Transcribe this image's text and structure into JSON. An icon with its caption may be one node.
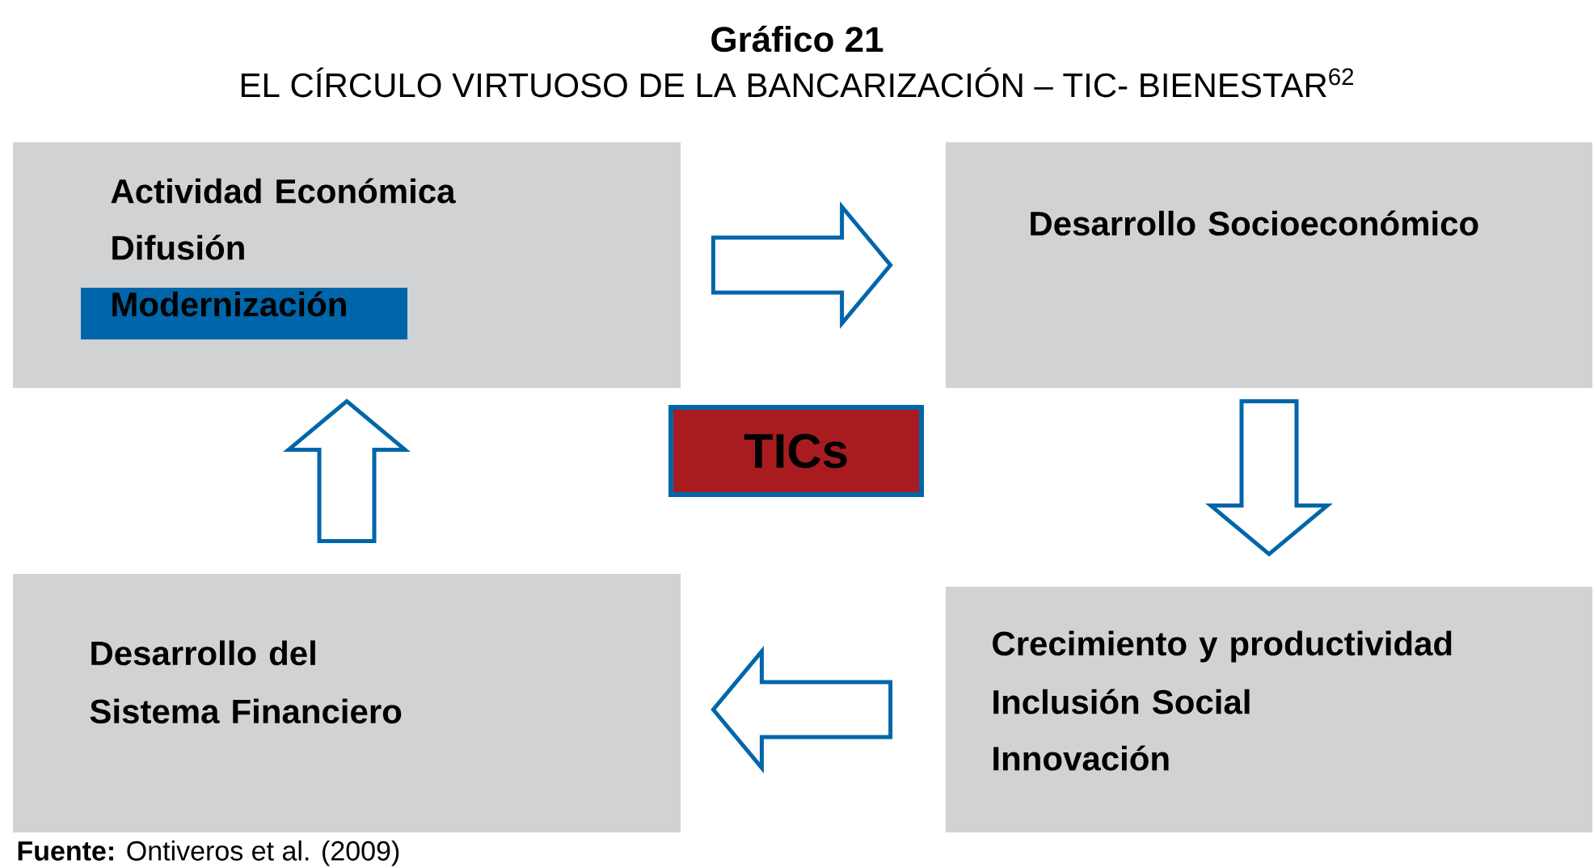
{
  "diagram": {
    "title": "Gráfico 21",
    "caption": "**Fuente:** Ontiveros et al. (2009)",
    "nodes": [
      {
        "text": [
          "Actividad Económica",
          "Difusión",
          "Modernización"
        ]
      },
      {
        "text": [
          "Desarrollo Socioeconómico"
        ]
      },
      {
        "text": [
          "Crecimiento y productividad",
          "Inclusión Social",
          "Innovación"
        ]
      },
      {
        "text": [
          "Desarrollo del Sistema Financiero"
        ]
      },
      {
        "text": [
          "TICs"
        ]
      }
    ],
    "edges": [
      {
        "from": 0,
        "to": 1,
        "arrow": "to"
      },
      {
        "from": 1,
        "to": 2,
        "arrow": "to"
      },
      {
        "from": 2,
        "to": 3,
        "arrow": "to"
      },
      {
        "from": 3,
        "to": 0,
        "arrow": "to"
      }
    ],
    "labels": [
      "EL CÍRCULO VIRTUOSO DE LA BANCARIZACIÓN – TIC- BIENESTAR$^{62}$"
    ]
  }
}
